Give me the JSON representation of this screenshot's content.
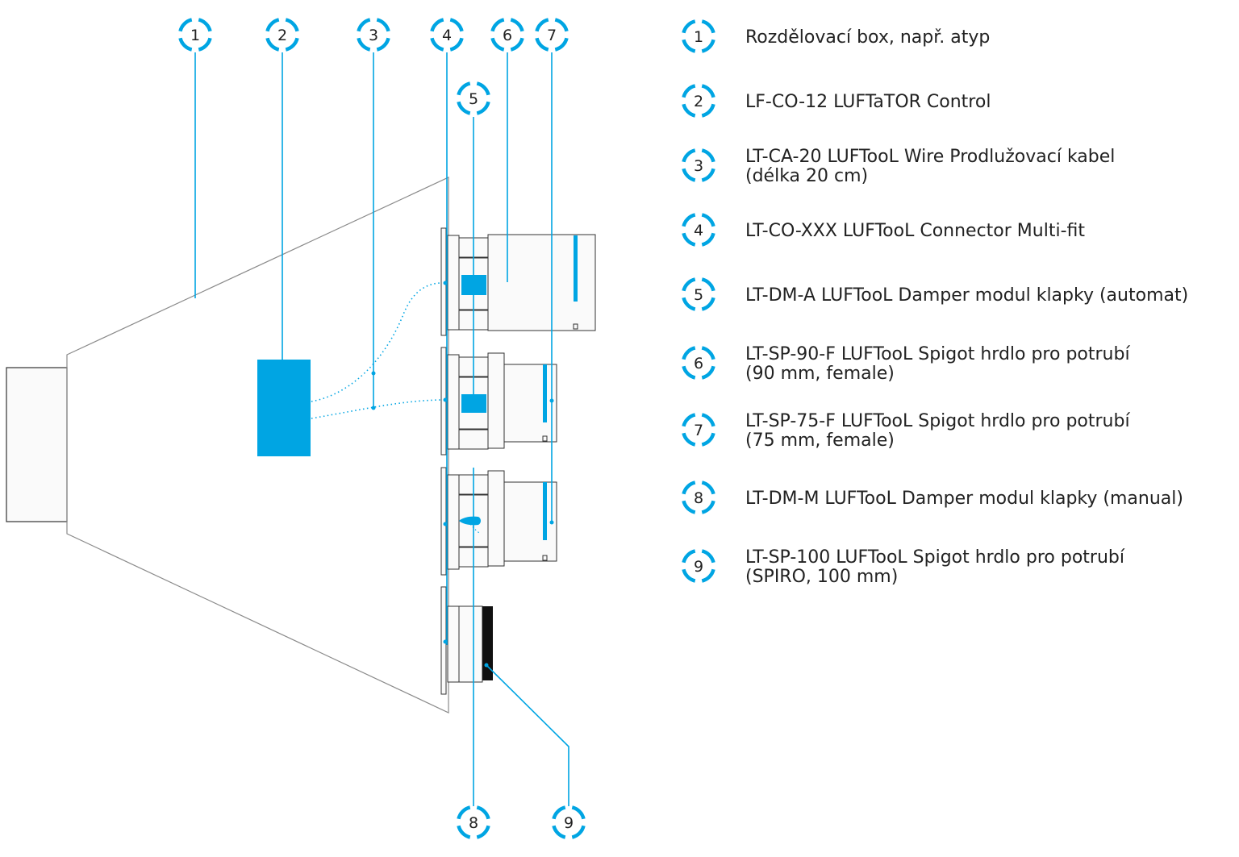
{
  "colors": {
    "accent": "#00a5e3",
    "line": "#8a8a8a",
    "stroke": "#333333",
    "text": "#222222",
    "fill_light": "#fafafa",
    "dark": "#111111"
  },
  "callouts": [
    {
      "id": "1",
      "text": "1"
    },
    {
      "id": "2",
      "text": "2"
    },
    {
      "id": "3",
      "text": "3"
    },
    {
      "id": "4",
      "text": "4"
    },
    {
      "id": "5",
      "text": "5"
    },
    {
      "id": "6",
      "text": "6"
    },
    {
      "id": "7",
      "text": "7"
    },
    {
      "id": "8",
      "text": "8"
    },
    {
      "id": "9",
      "text": "9"
    }
  ],
  "legend": [
    {
      "num": "1",
      "lines": [
        "Rozdělovací box, např. atyp"
      ]
    },
    {
      "num": "2",
      "lines": [
        "LF-CO-12 LUFTaTOR Control"
      ]
    },
    {
      "num": "3",
      "lines": [
        "LT-CA-20 LUFTooL Wire Prodlužovací kabel",
        "(délka 20 cm)"
      ]
    },
    {
      "num": "4",
      "lines": [
        "LT-CO-XXX LUFTooL Connector Multi-fit"
      ]
    },
    {
      "num": "5",
      "lines": [
        "LT-DM-A LUFTooL Damper modul klapky (automat)"
      ]
    },
    {
      "num": "6",
      "lines": [
        "LT-SP-90-F LUFTooL Spigot hrdlo pro potrubí",
        "(90 mm, female)"
      ]
    },
    {
      "num": "7",
      "lines": [
        "LT-SP-75-F LUFTooL Spigot hrdlo pro potrubí",
        "(75 mm, female)"
      ]
    },
    {
      "num": "8",
      "lines": [
        "LT-DM-M LUFTooL Damper modul klapky (manual)"
      ]
    },
    {
      "num": "9",
      "lines": [
        "LT-SP-100 LUFTooL Spigot hrdlo pro potrubí",
        "(SPIRO, 100 mm)"
      ]
    }
  ]
}
